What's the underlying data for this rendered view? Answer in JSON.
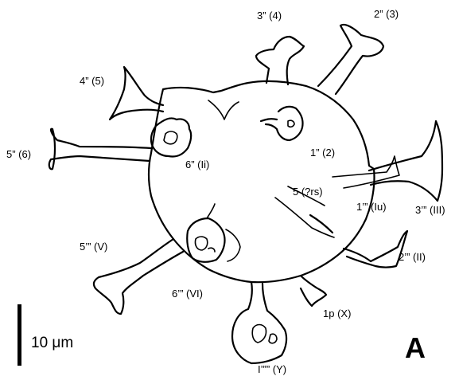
{
  "figure": {
    "panel_letter": "A",
    "scale_bar": {
      "label": "10 μm"
    },
    "labels": [
      {
        "id": "l3pp",
        "text": "3” (4)"
      },
      {
        "id": "l2pp",
        "text": "2” (3)"
      },
      {
        "id": "l4pp",
        "text": "4” (5)"
      },
      {
        "id": "l5pp",
        "text": "5” (6)"
      },
      {
        "id": "l6pp",
        "text": "6” (Ii)"
      },
      {
        "id": "l1pp",
        "text": "1” (2)"
      },
      {
        "id": "l5rs",
        "text": "5 (?rs)"
      },
      {
        "id": "l1ppp",
        "text": "1’” (Iu)"
      },
      {
        "id": "l3ppp",
        "text": "3’” (III)"
      },
      {
        "id": "l5ppp",
        "text": "5’” (V)"
      },
      {
        "id": "l2ppp",
        "text": "2’” (II)"
      },
      {
        "id": "l6ppp",
        "text": "6’” (VI)"
      },
      {
        "id": "l1p",
        "text": "1p (X)"
      },
      {
        "id": "l1pppp",
        "text": "I’”” (Y)"
      }
    ]
  }
}
